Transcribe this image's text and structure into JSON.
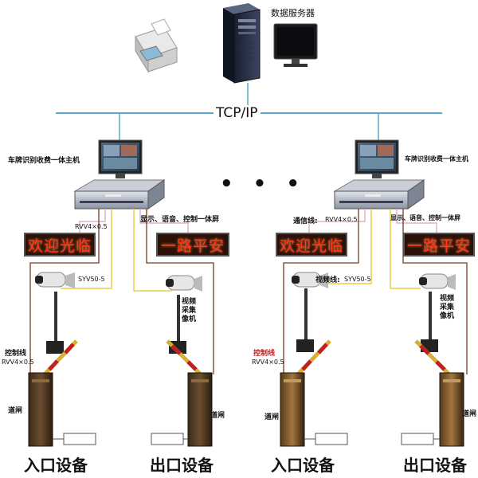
{
  "server_label": "数据服务器",
  "network_label": "TCP/IP",
  "ellipsis": "• • •",
  "left_host_label": "车牌识别收费一体主机",
  "right_host_label": "车牌识别收费一体主机",
  "display_label_left": "显示、语音、控制一体屏",
  "display_label_right": "显示、语音、控制一体屏",
  "signal_cable_label": "通信线:",
  "rvv_left_top": "RVV4×0.5",
  "rvv_right_top": "RVV4×0.5",
  "led_welcome_left": "欢迎光临",
  "led_safe_left": "一路平安",
  "led_welcome_right": "欢迎光临",
  "led_safe_right": "一路平安",
  "syv_left": "SYV50-5",
  "video_line_label": "视频线:",
  "syv_right": "SYV50-5",
  "video_capture_left": "视频采集像机",
  "video_capture_right": "视频采集像机",
  "control_line_left": "控制线",
  "control_line_left_spec": "RVV4×0.5",
  "control_line_right": "控制线",
  "control_line_right_spec": "RVV4×0.5",
  "gate_label_1": "道闸",
  "gate_label_2": "道闸",
  "gate_label_3": "道闸",
  "gate_label_4": "道闸",
  "caption_entry_left": "入口设备",
  "caption_exit_left": "出口设备",
  "caption_entry_right": "入口设备",
  "caption_exit_right": "出口设备",
  "colors": {
    "network_line": "#5aa8c8",
    "signal_wire": "#e0b0d0",
    "video_wire": "#e8d040",
    "control_wire": "#7a3a20",
    "led_text": "#ff3a1a"
  }
}
